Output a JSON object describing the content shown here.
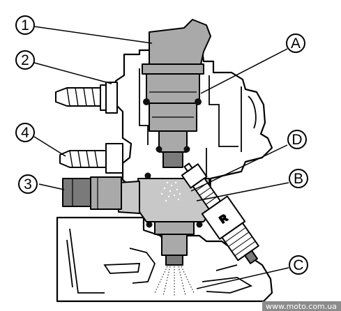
{
  "callouts": {
    "c1": "1",
    "c2": "2",
    "c3": "3",
    "c4": "4",
    "cA": "A",
    "cB": "B",
    "cC": "C",
    "cD": "D"
  },
  "spark_plug_marking": "R",
  "watermark": "www.moto.com.ua",
  "colors": {
    "outline": "#000000",
    "body_fill": "#ffffff",
    "part_gray": "#a9a9a9",
    "dark_gray": "#7a7a7a",
    "chamber_gray": "#c8c8c8",
    "watermark_bg": "#8c8c8c"
  }
}
